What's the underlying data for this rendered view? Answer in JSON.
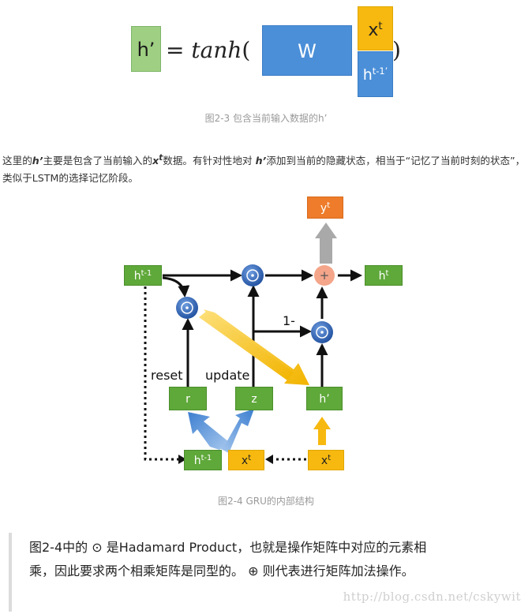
{
  "equation": {
    "lhs": "h’",
    "equals": "=",
    "func": "tanh",
    "open_paren": "(",
    "close_paren": ")",
    "weight": "W",
    "x_base": "x",
    "x_sup": "t",
    "h_base": "h",
    "h_sup": "t-1’"
  },
  "figure1_caption": "图2-3 包含当前输入数据的h’",
  "paragraph": {
    "p1": "这里的",
    "h_prime": "h’",
    "p2": "主要是包含了当前输入的",
    "x_base": "x",
    "x_sup": "t",
    "p3": "数据。有针对性地对 ",
    "h_prime2": "h’",
    "p4": "添加到当前的隐藏状态，相当于“记忆了当前时刻的状态”，类似于LSTM的选择记忆阶段。"
  },
  "gru": {
    "h_prev_top": {
      "base": "h",
      "sup": "t-1"
    },
    "h_out": {
      "base": "h",
      "sup": "t"
    },
    "y_out": {
      "base": "y",
      "sup": "t"
    },
    "reset_gate": "r",
    "update_gate": "z",
    "h_candidate": "h’",
    "h_prev_bottom": {
      "base": "h",
      "sup": "t-1"
    },
    "x_mid": {
      "base": "x",
      "sup": "t"
    },
    "x_right": {
      "base": "x",
      "sup": "t"
    },
    "label_reset": "reset",
    "label_update": "update",
    "label_one_minus": "1-",
    "hadamard_symbol": "⊙",
    "plus_symbol": "+"
  },
  "figure2_caption": "图2-4 GRU的内部结构",
  "quote": {
    "q1": "图2-4中的 ",
    "odot": "⊙",
    "q2": " 是Hadamard Product，也就是操作矩阵中对应的元素相乘，因此要求两个相乘矩阵是同型的。 ",
    "oplus": "⊕",
    "q3": " 则代表进行矩阵加法操作。"
  },
  "watermark": "http://blog.csdn.net/cskywit",
  "colors": {
    "green": "#5fa83a",
    "blue": "#4b8fd8",
    "yellow": "#f7b90f",
    "orange": "#ee7c2a",
    "node_blue": "#2f5fae",
    "plus_node": "#f4a58a"
  }
}
